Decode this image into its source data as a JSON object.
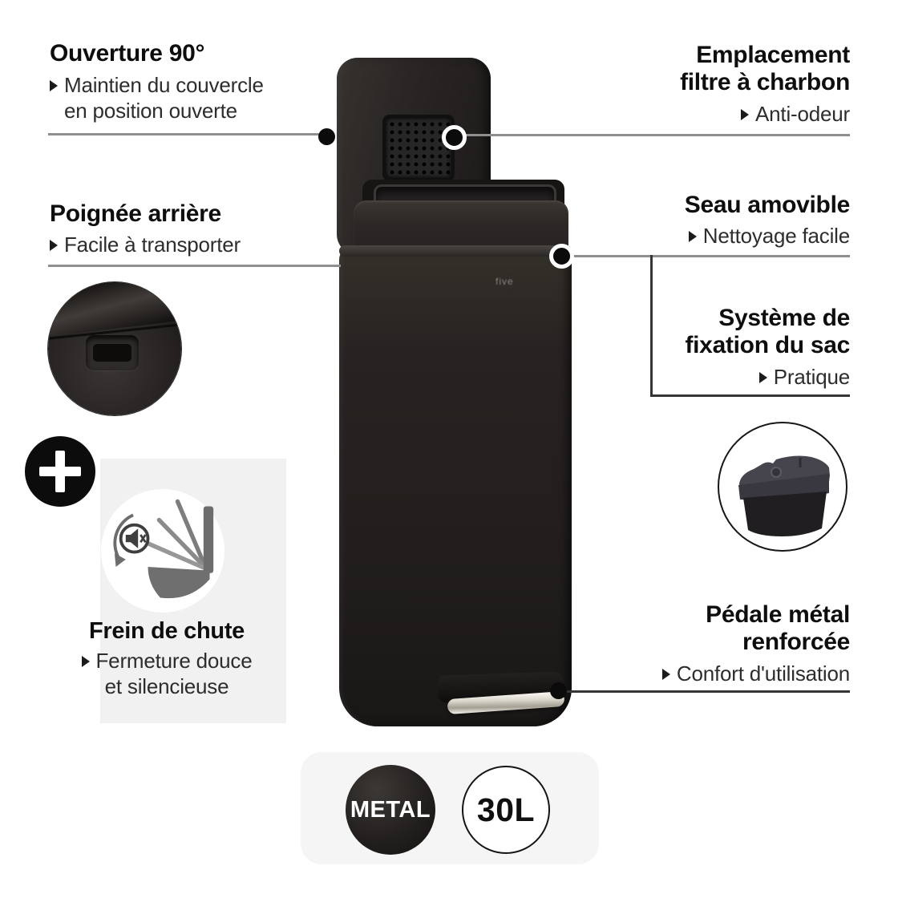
{
  "product": {
    "brand_logo": "five"
  },
  "callouts": {
    "opening": {
      "title": "Ouverture 90°",
      "desc1": "Maintien du couvercle",
      "desc2": "en position ouverte"
    },
    "filter": {
      "title1": "Emplacement",
      "title2": "filtre à charbon",
      "desc": "Anti-odeur"
    },
    "handle": {
      "title": "Poignée arrière",
      "desc": "Facile à transporter"
    },
    "bucket": {
      "title": "Seau amovible",
      "desc": "Nettoyage facile"
    },
    "bag": {
      "title1": "Système de",
      "title2": "fixation du sac",
      "desc": "Pratique"
    },
    "brake": {
      "title": "Frein de chute",
      "desc1": "Fermeture douce",
      "desc2": "et silencieuse"
    },
    "pedal": {
      "title1": "Pédale métal",
      "title2": "renforcée",
      "desc": "Confort d'utilisation"
    }
  },
  "badges": {
    "material": "METAL",
    "capacity": "30L"
  },
  "colors": {
    "bin_black": "#242120",
    "panel_gray": "#f1f1f1",
    "badge_bg": "#f5f5f5",
    "line_gray": "#8f8f8f",
    "line_dark": "#353535",
    "chrome": "#dbd7cd"
  }
}
